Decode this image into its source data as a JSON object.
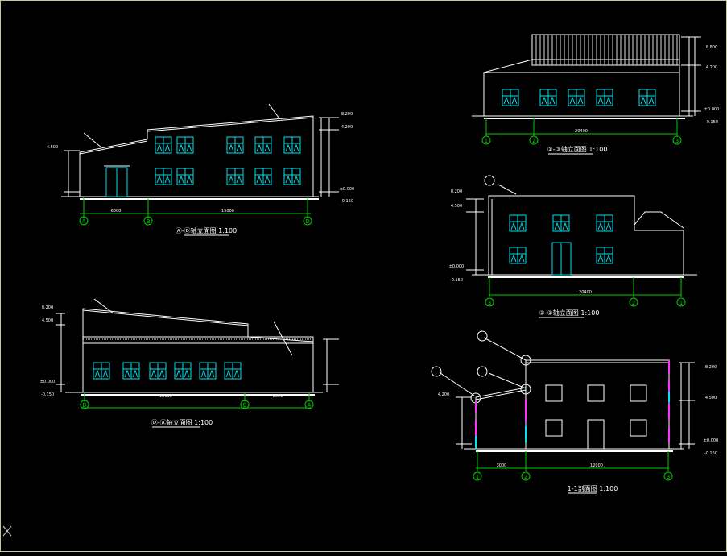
{
  "colors": {
    "background": "#000000",
    "line": "#ffffff",
    "window": "#00e5ee",
    "axis": "#00cc00",
    "pipe": "#ff33ff",
    "frame": "#c8c8a0"
  },
  "drawings": {
    "elev_a_d": {
      "title": "Ⓐ-Ⓓ轴立面图 1:100",
      "axes": [
        "A",
        "B",
        "D"
      ],
      "dims": [
        "6000",
        "15000"
      ],
      "levels": [
        "8.200",
        "4.200",
        "±0.000",
        "-0.150",
        "4.500"
      ]
    },
    "elev_d_a": {
      "title": "Ⓓ-Ⓐ轴立面图 1:100",
      "axes": [
        "D",
        "B",
        "A"
      ],
      "dims": [
        "15000",
        "6000"
      ],
      "levels": [
        "8.200",
        "4.500",
        "±0.000",
        "-0.150"
      ]
    },
    "elev_1_3": {
      "title": "①-③轴立面图 1:100",
      "axes": [
        "1",
        "2",
        "3"
      ],
      "dims": [
        "20400"
      ],
      "levels": [
        "8.800",
        "4.200",
        "±0.000",
        "-0.150"
      ]
    },
    "elev_3_1": {
      "title": "③-①轴立面图 1:100",
      "axes": [
        "3",
        "2",
        "1"
      ],
      "dims": [
        "20400"
      ],
      "levels": [
        "8.200",
        "4.500",
        "±0.000",
        "-0.150"
      ]
    },
    "section_1_1": {
      "title": "1-1剖面图 1:100",
      "axes": [
        "1",
        "2",
        "3"
      ],
      "dims": [
        "3000",
        "12000"
      ],
      "levels": [
        "8.200",
        "4.500",
        "4.200",
        "±0.000",
        "-0.150"
      ]
    }
  }
}
